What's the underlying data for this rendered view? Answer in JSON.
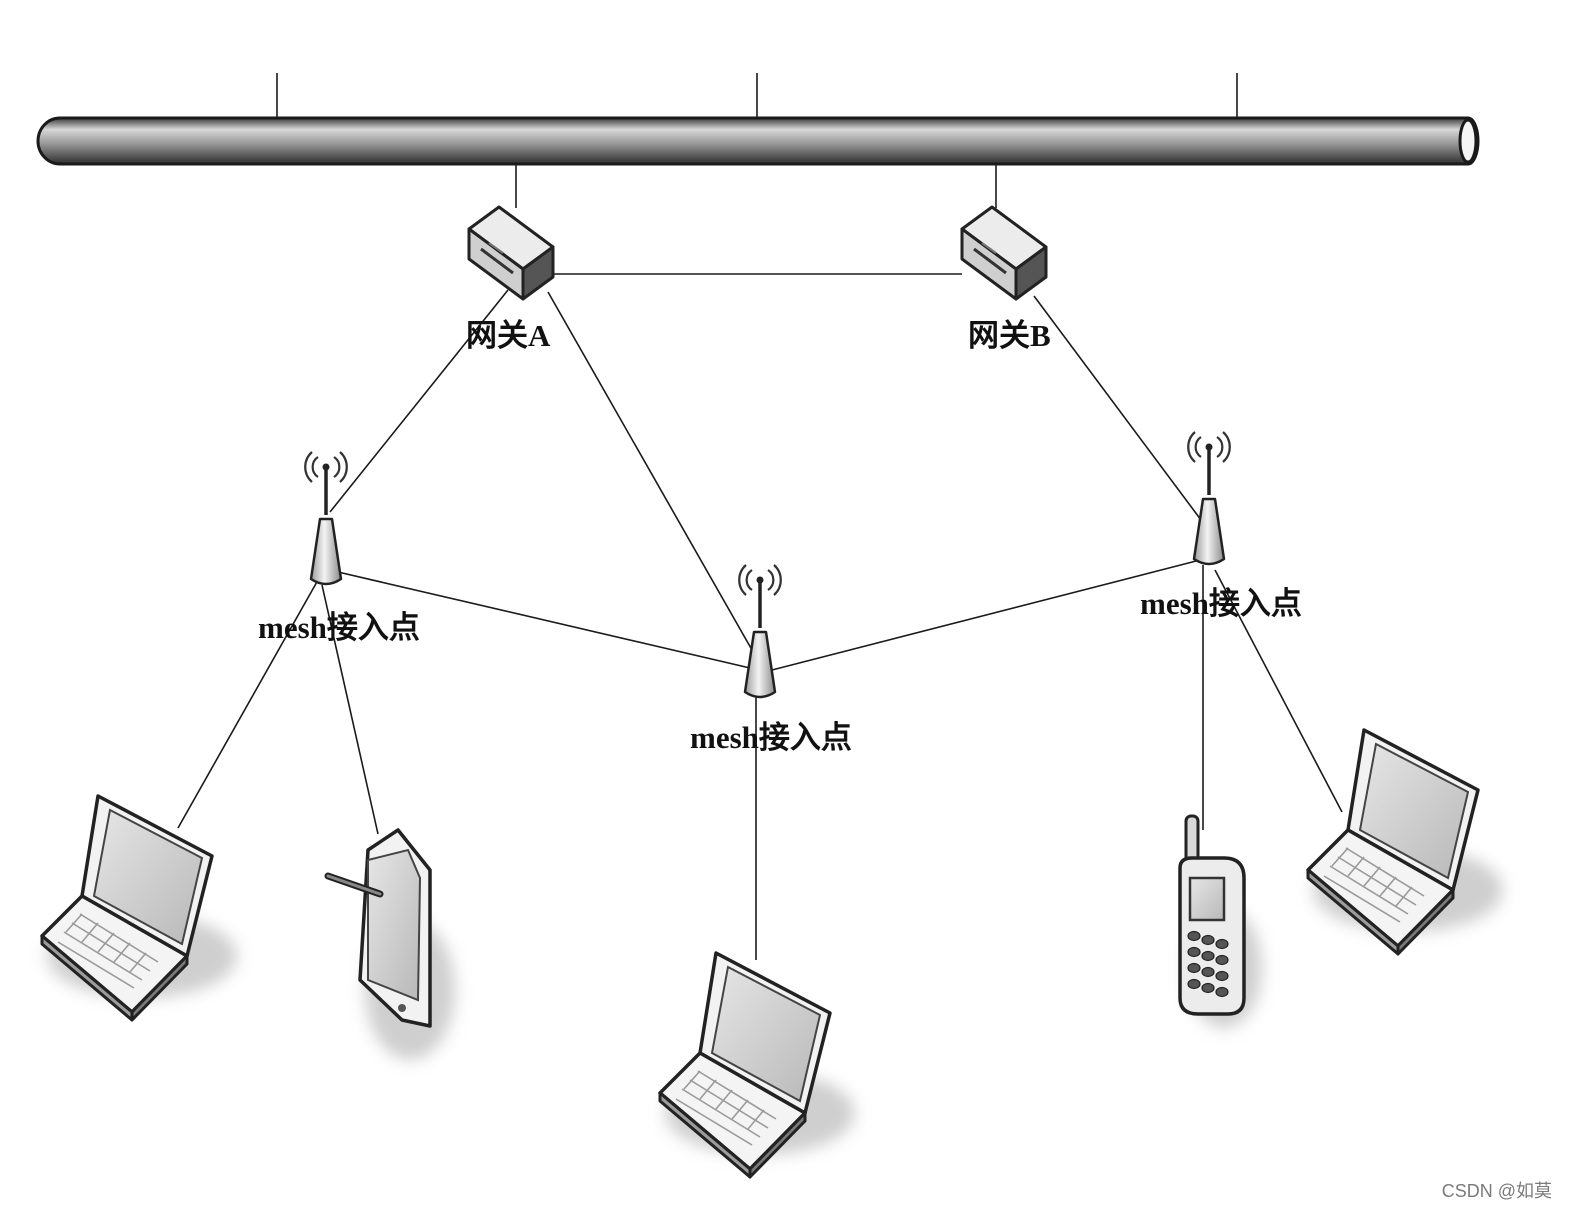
{
  "labels": {
    "gateway_a": "网关A",
    "gateway_b": "网关B",
    "mesh_left": "mesh接入点",
    "mesh_center": "mesh接入点",
    "mesh_right": "mesh接入点"
  },
  "watermark": "CSDN @如莫",
  "colors": {
    "line": "#1a1a1a",
    "device_light": "#f2f2f2",
    "device_mid": "#bdbdbd",
    "device_dark": "#5a5a5a",
    "shadow": "#cfcfcf"
  },
  "icons": {
    "backbone": "backbone-pipe-icon",
    "gateway": "gateway-router-icon",
    "access_point": "wireless-antenna-icon",
    "laptop": "laptop-icon",
    "tablet": "tablet-icon",
    "phone": "mobile-phone-icon"
  }
}
